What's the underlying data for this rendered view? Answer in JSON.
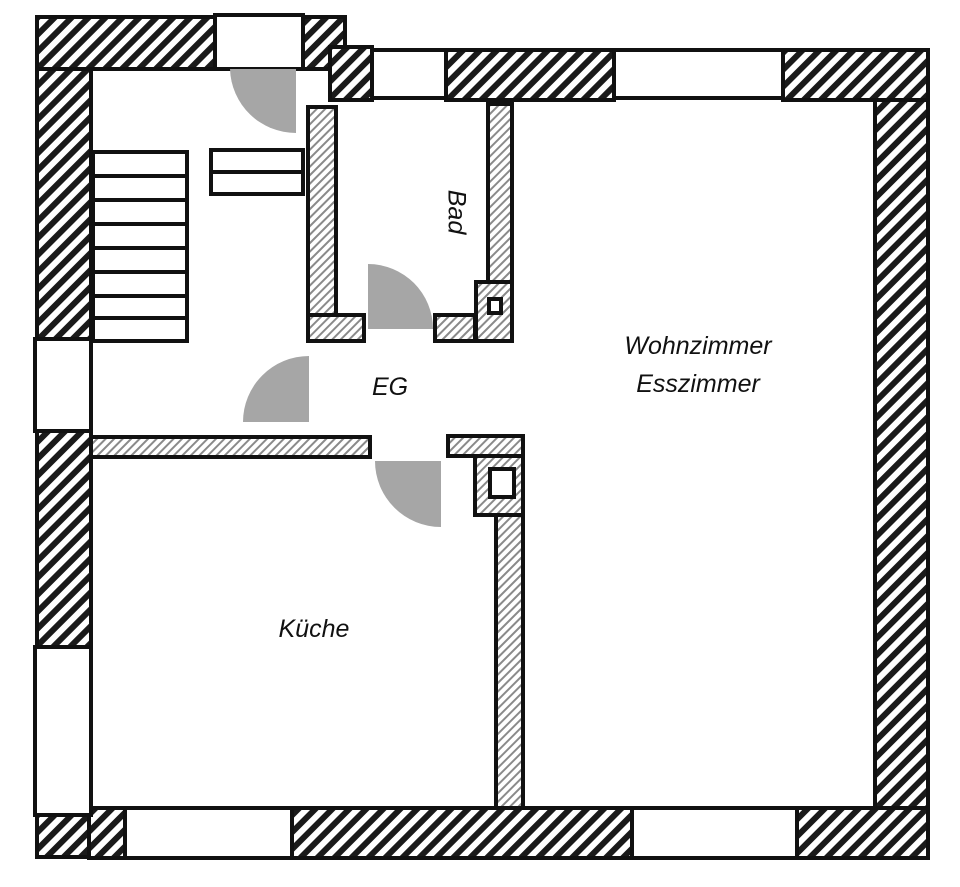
{
  "floor_label": "EG",
  "rooms": {
    "bathroom": "Bad",
    "living_line1": "Wohnzimmer",
    "living_line2": "Esszimmer",
    "kitchen": "Küche"
  },
  "colors": {
    "wall_stroke": "#111111",
    "hatch": "#1a1a1a",
    "interior_hatch": "#8a8a8a",
    "door_swing": "#a6a6a6",
    "background": "#ffffff"
  }
}
